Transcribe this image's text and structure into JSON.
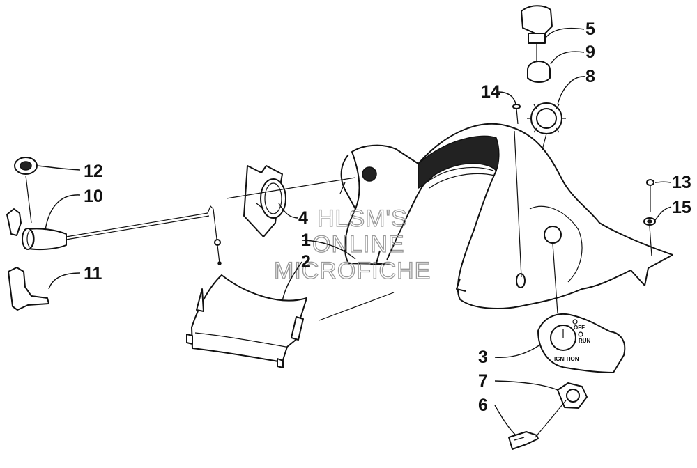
{
  "callouts": [
    {
      "number": "1"
    },
    {
      "number": "2"
    },
    {
      "number": "3"
    },
    {
      "number": "4"
    },
    {
      "number": "5"
    },
    {
      "number": "6"
    },
    {
      "number": "7"
    },
    {
      "number": "8"
    },
    {
      "number": "9"
    },
    {
      "number": "10"
    },
    {
      "number": "11"
    },
    {
      "number": "12"
    },
    {
      "number": "13"
    },
    {
      "number": "14"
    },
    {
      "number": "15"
    }
  ],
  "ignition_decal": {
    "off_label": "OFF",
    "run_label": "RUN",
    "ignition_label": "IGNITION"
  },
  "watermark": {
    "lines": [
      "HLSM'S",
      "ONLINE",
      "MICROFICHE"
    ]
  }
}
